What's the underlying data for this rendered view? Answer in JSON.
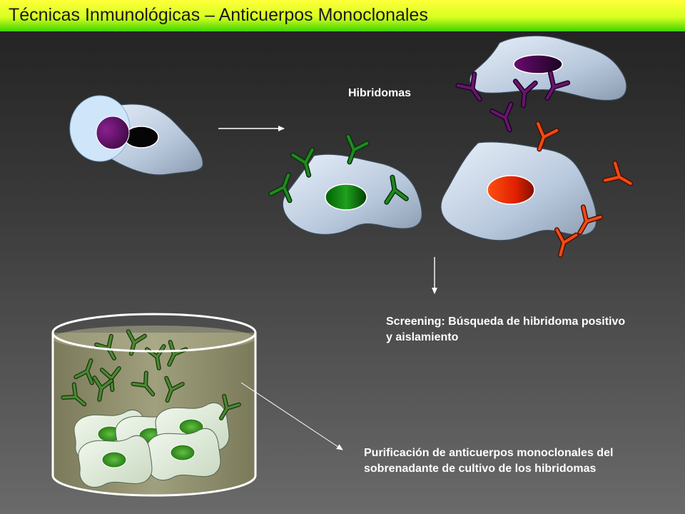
{
  "slide": {
    "title": "Técnicas Inmunológicas – Anticuerpos Monoclonales"
  },
  "labels": {
    "hybridomas": "Hibridomas",
    "screening": "Screening: Búsqueda de hibridoma positivo y aislamiento",
    "purification": "Purificación de anticuerpos monoclonales del sobrenadante de cultivo de los hibridomas"
  },
  "colors": {
    "title_bar_top": "#ffff3a",
    "title_bar_bottom": "#3fd400",
    "cell_fill": "#c8d8ea",
    "green_antibody": "#1f8a1f",
    "purple_antibody": "#5a1060",
    "red_antibody": "#e84010",
    "culture_medium": "#8e8e6a"
  }
}
